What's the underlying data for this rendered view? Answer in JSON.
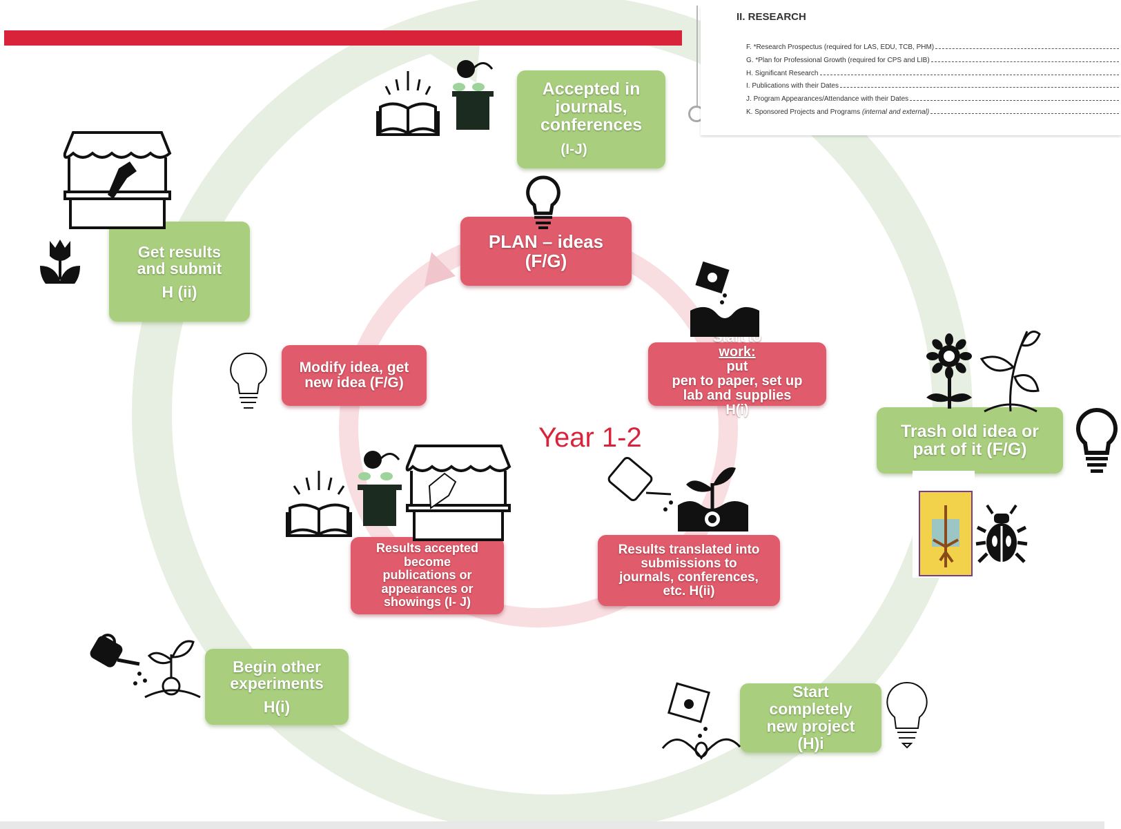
{
  "research_header": {
    "title": "II. RESEARCH",
    "items": [
      {
        "letter": "F.",
        "text": "*Research Prospectus (required for LAS, EDU, TCB, PHM)"
      },
      {
        "letter": "G.",
        "text": "*Plan for Professional Growth (required for CPS and LIB)"
      },
      {
        "letter": "H.",
        "text": "Significant Research"
      },
      {
        "letter": "I.",
        "text": "Publications with their Dates"
      },
      {
        "letter": "J.",
        "text": "Program Appearances/Attendance with their Dates"
      },
      {
        "letter": "K.",
        "text": "Sponsored Projects and Programs",
        "note": "(internal and external)"
      }
    ]
  },
  "outer_cycle": {
    "accepted": {
      "line1": "Accepted in",
      "line2": "journals,",
      "line3": "conferences",
      "code": "(I-J)"
    },
    "get_results": {
      "line1": "Get results",
      "line2": "and submit",
      "code": "H (ii)"
    },
    "trash_idea": {
      "line1": "Trash old idea or",
      "line2": "part of it  (F/G)"
    },
    "begin_other": {
      "line1": "Begin other",
      "line2": "experiments",
      "code": "H(i)"
    },
    "start_new": {
      "line1": "Start",
      "line2": "completely",
      "line3": "new project",
      "line4": "(H)i"
    }
  },
  "inner_cycle": {
    "plan": {
      "line1": "PLAN – ideas",
      "line2": "(F/G)"
    },
    "start_work": {
      "line1a": "Start to ",
      "line1b": "work:",
      "line1c": " put",
      "line2": "pen to paper, set up",
      "line3": "lab and supplies",
      "line4": "H(i)"
    },
    "modify": {
      "line1": "Modify idea, get",
      "line2": "new idea (F/G)"
    },
    "results_translated": {
      "line1": "Results translated into",
      "line2": "submissions to",
      "line3": "journals, conferences,",
      "line4": "etc. H(ii)"
    },
    "results_accepted": {
      "line1": "Results accepted",
      "line2": "become",
      "line3": "publications or",
      "line4": "appearances or",
      "line5": "showings (I- J)"
    }
  },
  "center_label": "Year 1-2",
  "colors": {
    "red": "#d9233b",
    "box_red": "#e05b6b",
    "box_green": "#a9cf7e",
    "ring_green": "#e6efe1",
    "ring_red": "#f6d7dc"
  },
  "icons": [
    "book-icon",
    "podium-speaker-icon",
    "market-stall-icon",
    "bouquet-icon",
    "tulip-icon",
    "lightbulb-icon",
    "seed-packet-icon",
    "sunflower-icon",
    "sprout-icon",
    "watering-can-icon",
    "beetle-icon",
    "bug-picture-icon"
  ]
}
